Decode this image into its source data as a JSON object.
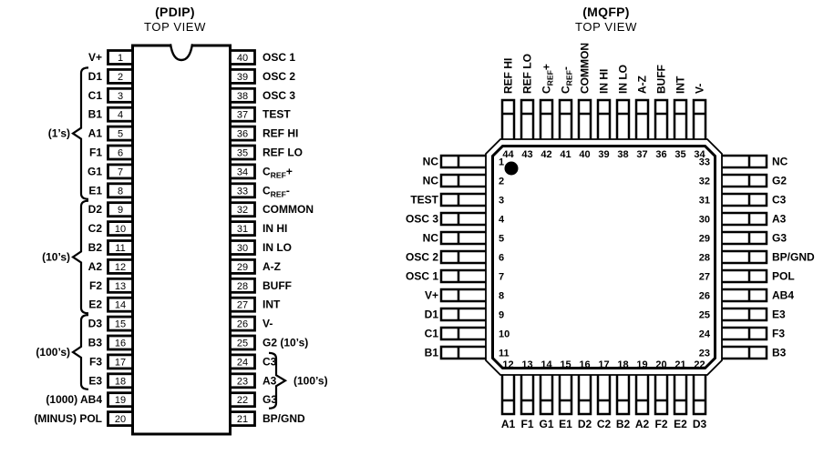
{
  "colors": {
    "ink": "#000000",
    "background": "#ffffff"
  },
  "pdip": {
    "title": "(PDIP)",
    "subtitle": "TOP VIEW",
    "left_pins": [
      {
        "num": 1,
        "label": "V+"
      },
      {
        "num": 2,
        "label": "D1"
      },
      {
        "num": 3,
        "label": "C1"
      },
      {
        "num": 4,
        "label": "B1"
      },
      {
        "num": 5,
        "label": "A1"
      },
      {
        "num": 6,
        "label": "F1"
      },
      {
        "num": 7,
        "label": "G1"
      },
      {
        "num": 8,
        "label": "E1"
      },
      {
        "num": 9,
        "label": "D2"
      },
      {
        "num": 10,
        "label": "C2"
      },
      {
        "num": 11,
        "label": "B2"
      },
      {
        "num": 12,
        "label": "A2"
      },
      {
        "num": 13,
        "label": "F2"
      },
      {
        "num": 14,
        "label": "E2"
      },
      {
        "num": 15,
        "label": "D3"
      },
      {
        "num": 16,
        "label": "B3"
      },
      {
        "num": 17,
        "label": "F3"
      },
      {
        "num": 18,
        "label": "E3"
      },
      {
        "num": 19,
        "label": "(1000) AB4"
      },
      {
        "num": 20,
        "label": "(MINUS) POL"
      }
    ],
    "right_pins": [
      {
        "num": 40,
        "label": "OSC 1"
      },
      {
        "num": 39,
        "label": "OSC 2"
      },
      {
        "num": 38,
        "label": "OSC 3"
      },
      {
        "num": 37,
        "label": "TEST"
      },
      {
        "num": 36,
        "label": "REF HI"
      },
      {
        "num": 35,
        "label": "REF LO"
      },
      {
        "num": 34,
        "label": "C~REF~+"
      },
      {
        "num": 33,
        "label": "C~REF~-"
      },
      {
        "num": 32,
        "label": "COMMON"
      },
      {
        "num": 31,
        "label": "IN HI"
      },
      {
        "num": 30,
        "label": "IN LO"
      },
      {
        "num": 29,
        "label": "A-Z"
      },
      {
        "num": 28,
        "label": "BUFF"
      },
      {
        "num": 27,
        "label": "INT"
      },
      {
        "num": 26,
        "label": "V-"
      },
      {
        "num": 25,
        "label": "G2 (10’s)"
      },
      {
        "num": 24,
        "label": "C3"
      },
      {
        "num": 23,
        "label": "A3"
      },
      {
        "num": 22,
        "label": "G3"
      },
      {
        "num": 21,
        "label": "BP/GND"
      }
    ],
    "left_groups": [
      {
        "label": "(1’s)",
        "from": 2,
        "to": 8
      },
      {
        "label": "(10’s)",
        "from": 9,
        "to": 14
      },
      {
        "label": "(100’s)",
        "from": 15,
        "to": 18
      }
    ],
    "right_groups": [
      {
        "label": "(100’s)",
        "from": 24,
        "to": 22
      }
    ]
  },
  "mqfp": {
    "title": "(MQFP)",
    "subtitle": "TOP VIEW",
    "top_pins": [
      {
        "num": 44,
        "label": "REF HI"
      },
      {
        "num": 43,
        "label": "REF LO"
      },
      {
        "num": 42,
        "label": "C~REF~+"
      },
      {
        "num": 41,
        "label": "C~REF~-"
      },
      {
        "num": 40,
        "label": "COMMON"
      },
      {
        "num": 39,
        "label": "IN HI"
      },
      {
        "num": 38,
        "label": "IN LO"
      },
      {
        "num": 37,
        "label": "A-Z"
      },
      {
        "num": 36,
        "label": "BUFF"
      },
      {
        "num": 35,
        "label": "INT"
      },
      {
        "num": 34,
        "label": "V-"
      }
    ],
    "left_pins": [
      {
        "num": 1,
        "label": "NC"
      },
      {
        "num": 2,
        "label": "NC"
      },
      {
        "num": 3,
        "label": "TEST"
      },
      {
        "num": 4,
        "label": "OSC 3"
      },
      {
        "num": 5,
        "label": "NC"
      },
      {
        "num": 6,
        "label": "OSC 2"
      },
      {
        "num": 7,
        "label": "OSC 1"
      },
      {
        "num": 8,
        "label": "V+"
      },
      {
        "num": 9,
        "label": "D1"
      },
      {
        "num": 10,
        "label": "C1"
      },
      {
        "num": 11,
        "label": "B1"
      }
    ],
    "right_pins": [
      {
        "num": 33,
        "label": "NC"
      },
      {
        "num": 32,
        "label": "G2"
      },
      {
        "num": 31,
        "label": "C3"
      },
      {
        "num": 30,
        "label": "A3"
      },
      {
        "num": 29,
        "label": "G3"
      },
      {
        "num": 28,
        "label": "BP/GND"
      },
      {
        "num": 27,
        "label": "POL"
      },
      {
        "num": 26,
        "label": "AB4"
      },
      {
        "num": 25,
        "label": "E3"
      },
      {
        "num": 24,
        "label": "F3"
      },
      {
        "num": 23,
        "label": "B3"
      }
    ],
    "bottom_pins": [
      {
        "num": 12,
        "label": "A1"
      },
      {
        "num": 13,
        "label": "F1"
      },
      {
        "num": 14,
        "label": "G1"
      },
      {
        "num": 15,
        "label": "E1"
      },
      {
        "num": 16,
        "label": "D2"
      },
      {
        "num": 17,
        "label": "C2"
      },
      {
        "num": 18,
        "label": "B2"
      },
      {
        "num": 19,
        "label": "A2"
      },
      {
        "num": 20,
        "label": "F2"
      },
      {
        "num": 21,
        "label": "E2"
      },
      {
        "num": 22,
        "label": "D3"
      }
    ]
  }
}
